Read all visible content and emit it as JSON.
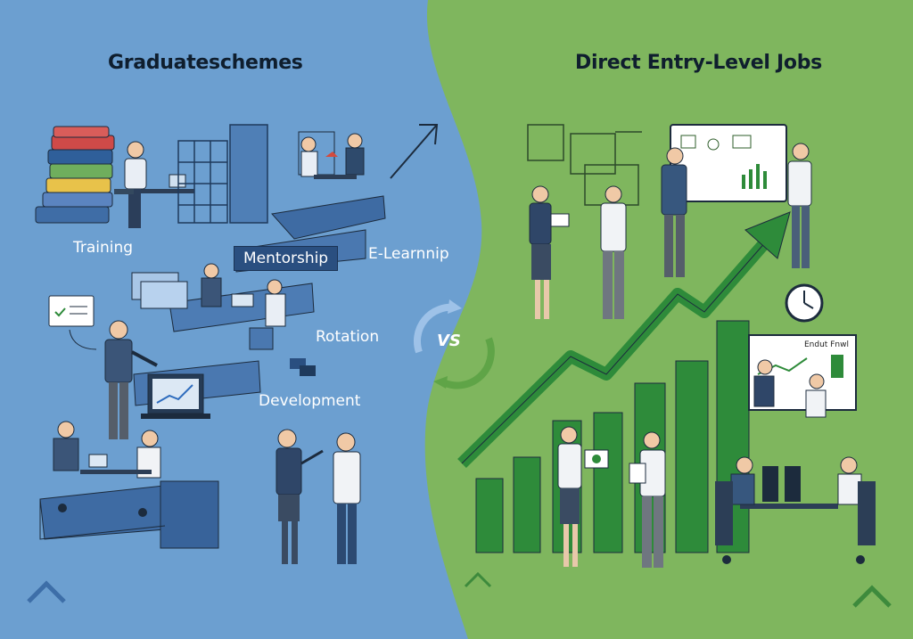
{
  "left_panel": {
    "title": "Graduateschemes",
    "labels": {
      "training": "Training",
      "mentorship": "Mentorship",
      "elearning": "E-Learnnip",
      "rotation": "Rotation",
      "development": "Development"
    }
  },
  "right_panel": {
    "title": "Direct Entry-Level Jobs",
    "board_text": "Endut Fnwl"
  },
  "vs_label": "VS",
  "colors": {
    "left_bg": "#6c9fd0",
    "right_bg": "#7fb65e",
    "dark_blue": "#2a4f80",
    "green": "#2e8b3a",
    "ink": "#0f1e2e"
  },
  "icons": [
    "book-stack-icon",
    "chart-up-icon",
    "clock-icon",
    "vs-cycle-icon",
    "chevron-up-icon"
  ]
}
